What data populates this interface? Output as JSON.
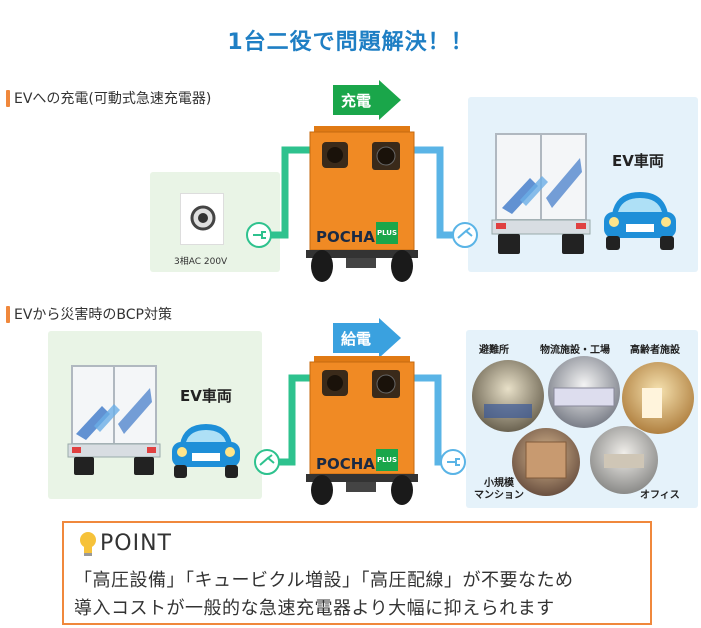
{
  "title": "1台二役で問題解決！！",
  "section1": {
    "label": "EVへの充電(可動式急速充電器)",
    "arrow_label": "充電",
    "outlet_label": "3相AC 200V",
    "ev_label": "EV車両",
    "device_brand": "POCHA",
    "device_plus": "PLUS"
  },
  "section2": {
    "label": "EVから災害時のBCP対策",
    "arrow_label": "給電",
    "ev_label": "EV車両",
    "device_brand": "POCHA",
    "device_plus": "PLUS",
    "facilities": {
      "shelter": "避難所",
      "logistics": "物流施設・工場",
      "elderly": "高齢者施設",
      "mansion_line1": "小規模",
      "mansion_line2": "マンション",
      "office": "オフィス"
    }
  },
  "point": {
    "heading": "POINT",
    "line1": "「高圧設備」「キュービクル増設」「高圧配線」が不要なため",
    "line2": "導入コストが一般的な急速充電器より大幅に抑えられます"
  },
  "colors": {
    "title_blue": "#1f7fc4",
    "accent_orange": "#f0883c",
    "device_orange": "#f08a24",
    "charge_green": "#1aa64a",
    "supply_blue": "#3aa1df",
    "cable_green": "#2ec28e",
    "cable_blue": "#5ab4e6"
  }
}
